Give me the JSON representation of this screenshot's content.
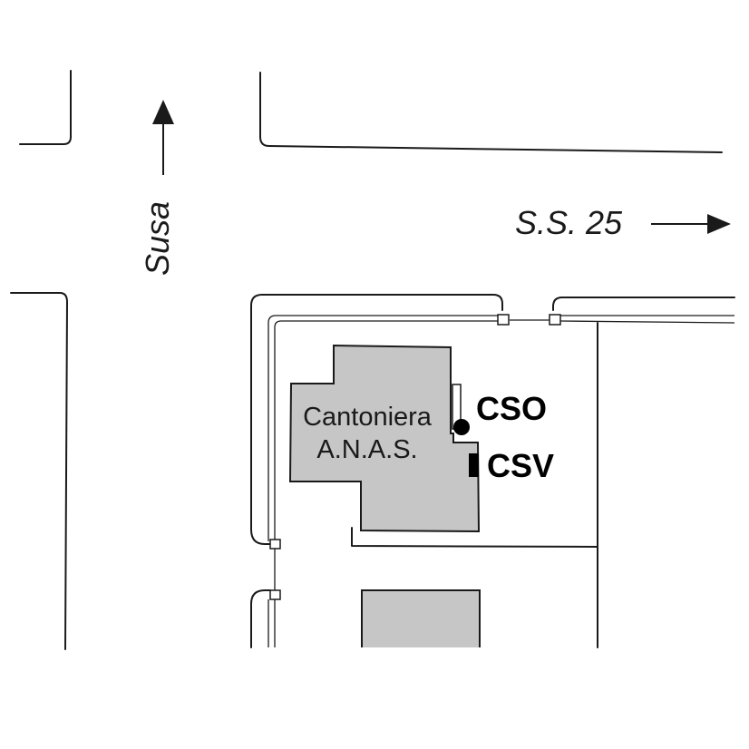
{
  "map": {
    "streets": {
      "vertical_label": "Susa",
      "horizontal_label": "S.S. 25"
    },
    "building": {
      "name_line1": "Cantoniera",
      "name_line2": "A.N.A.S."
    },
    "markers": [
      {
        "code": "CSO",
        "symbol": "circle-marker"
      },
      {
        "code": "CSV",
        "symbol": "rectangle-marker"
      }
    ],
    "colors": {
      "ink": "#1a1a1a",
      "building_fill": "#c6c6c6",
      "background": "#ffffff"
    }
  }
}
